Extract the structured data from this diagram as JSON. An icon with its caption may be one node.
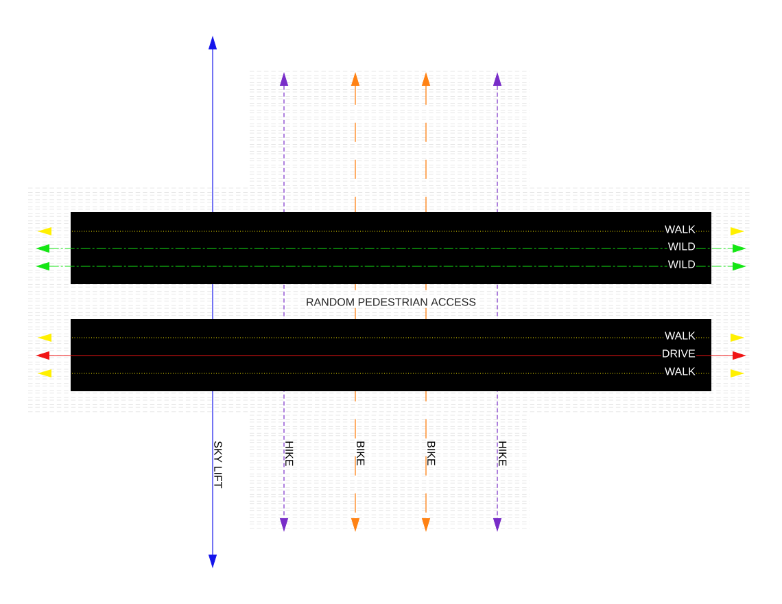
{
  "diagram": {
    "nodes": [
      {
        "text": [
          "WALK",
          "WILD",
          "WILD"
        ]
      },
      {
        "text": [
          "WALK",
          "DRIVE",
          "WALK"
        ]
      }
    ],
    "labels": [
      "RANDOM PEDESTRIAN ACCESS",
      "SKY LIFT",
      "HIKE",
      "BIKE",
      "BIKE",
      "HIKE"
    ]
  }
}
